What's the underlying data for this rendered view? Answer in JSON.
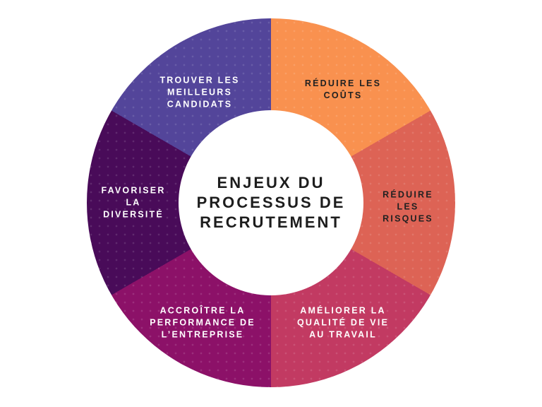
{
  "page": {
    "background_color": "#FFFFFF"
  },
  "chart_data": {
    "type": "donut",
    "title": "ENJEUX DU PROCESSUS DE RECRUTEMENT",
    "title_lines": [
      "ENJEUX DU",
      "PROCESSUS DE",
      "RECRUTEMENT"
    ],
    "title_color": "#1D1D1D",
    "legend_position": "labels-inside-segments",
    "segment_angle_deg": 60,
    "start_angle": "12-o-clock, clockwise",
    "segments": [
      {
        "label": "RÉDUIRE LES COÛTS",
        "label_lines": [
          "RÉDUIRE LES",
          "COÛTS"
        ],
        "value": 1,
        "color": "#F9914F",
        "text_color": "#212121"
      },
      {
        "label": "RÉDUIRE LES RISQUES",
        "label_lines": [
          "RÉDUIRE LES",
          "RISQUES"
        ],
        "value": 1,
        "color": "#DD6355",
        "text_color": "#212121"
      },
      {
        "label": "AMÉLIORER LA QUALITÉ DE VIE AU TRAVAIL",
        "label_lines": [
          "AMÉLIORER LA",
          "QUALITÉ DE VIE",
          "AU TRAVAIL"
        ],
        "value": 1,
        "color": "#C23A62",
        "text_color": "#FFFFFF"
      },
      {
        "label": "ACCROÎTRE LA PERFORMANCE DE L’ENTREPRISE",
        "label_lines": [
          "ACCROÎTRE LA",
          "PERFORMANCE DE",
          "L’ENTREPRISE"
        ],
        "value": 1,
        "color": "#8C1168",
        "text_color": "#FFFFFF"
      },
      {
        "label": "FAVORISER LA DIVERSITÉ",
        "label_lines": [
          "FAVORISER",
          "LA",
          "DIVERSITÉ"
        ],
        "value": 1,
        "color": "#490B59",
        "text_color": "#FFFFFF"
      },
      {
        "label": "TROUVER LES MEILLEURS CANDIDATS",
        "label_lines": [
          "TROUVER LES",
          "MEILLEURS",
          "CANDIDATS"
        ],
        "value": 1,
        "color": "#53459A",
        "text_color": "#FFFFFF"
      }
    ]
  }
}
